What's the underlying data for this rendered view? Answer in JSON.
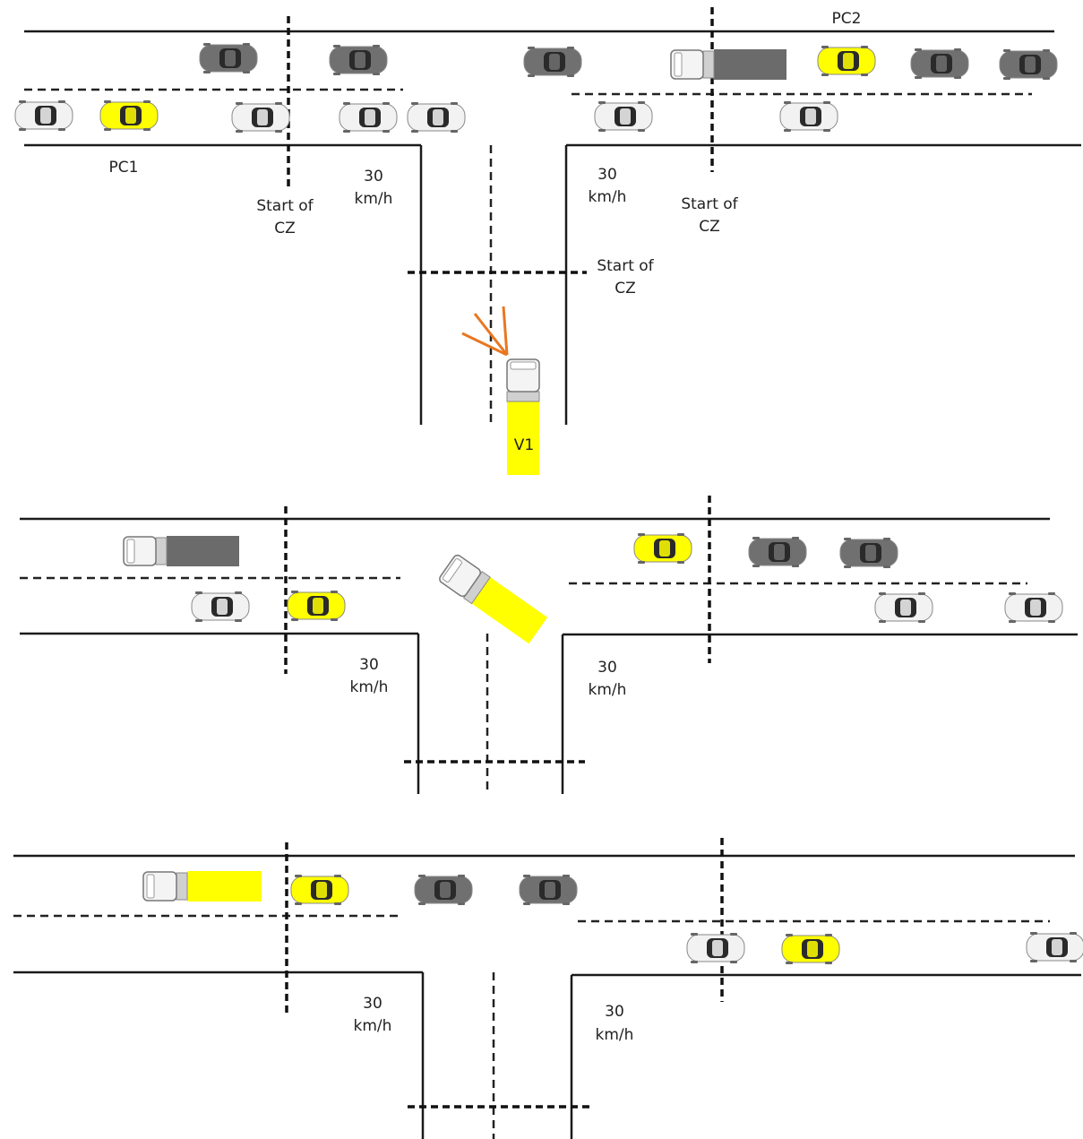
{
  "labels": {
    "pc1": "PC1",
    "pc2": "PC2",
    "v1": "V1",
    "speed_value": "30",
    "speed_unit": "km/h",
    "cz_line1": "Start of",
    "cz_line2": "CZ"
  },
  "colors": {
    "road_line": "#1a1a1a",
    "taxi_yellow": "#ffff00",
    "car_grey": "#707070",
    "car_white": "#f2f2f2",
    "truck_trailer_grey": "#6b6b6b",
    "signal_orange": "#e87722"
  },
  "vehicle_types": [
    "car-white",
    "car-grey",
    "car-yellow",
    "truck-grey",
    "truck-yellow"
  ]
}
